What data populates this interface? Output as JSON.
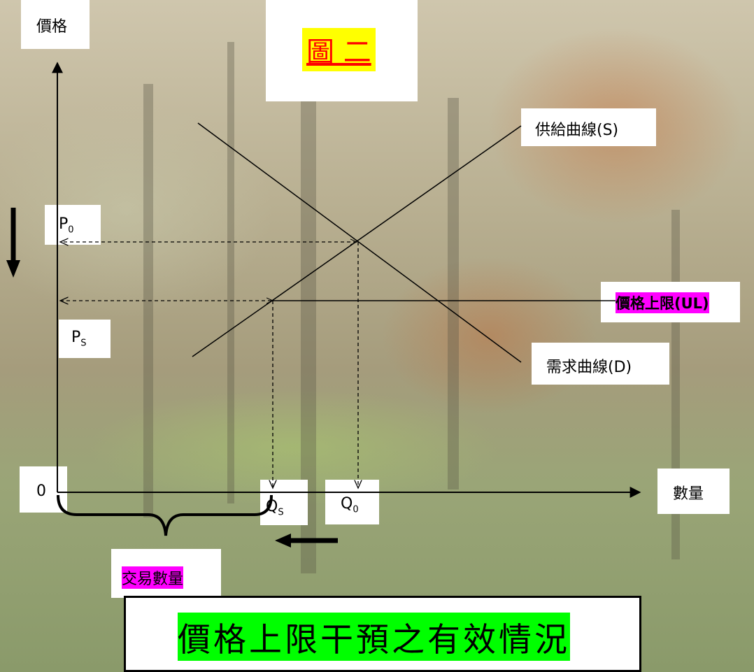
{
  "figure_title": "圖 二",
  "axes": {
    "y_label": "價格",
    "x_label": "數量",
    "origin": "0"
  },
  "curves": {
    "supply": "供給曲線(S)",
    "demand": "需求曲線(D)",
    "ceiling": "價格上限(UL)"
  },
  "points": {
    "p0": "P",
    "p0_sub": "0",
    "ps": "P",
    "ps_sub": "S",
    "q0": "Q",
    "q0_sub": "0",
    "qs": "Q",
    "qs_sub": "S"
  },
  "traded_quantity_label": "交易數量",
  "caption": "價格上限干預之有效情況",
  "colors": {
    "highlight_magenta": "#ff00ff",
    "highlight_yellow": "#ffff00",
    "caption_highlight": "#00ff00",
    "title_text": "#ff0000"
  }
}
